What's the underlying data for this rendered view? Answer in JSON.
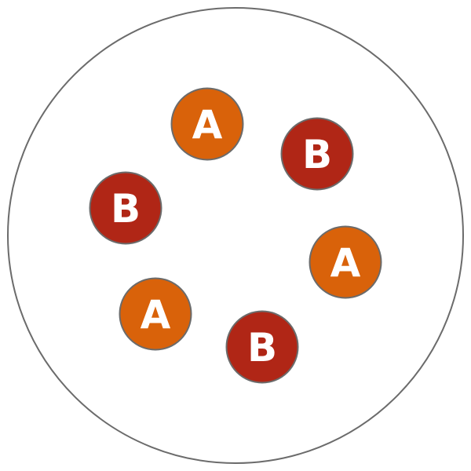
{
  "diagram": {
    "colors": {
      "A": "#D9620A",
      "B": "#B02616",
      "stroke": "#6b6b6b",
      "label": "#ffffff"
    },
    "particles": [
      {
        "label": "A"
      },
      {
        "label": "B"
      },
      {
        "label": "B"
      },
      {
        "label": "A"
      },
      {
        "label": "A"
      },
      {
        "label": "B"
      }
    ]
  }
}
